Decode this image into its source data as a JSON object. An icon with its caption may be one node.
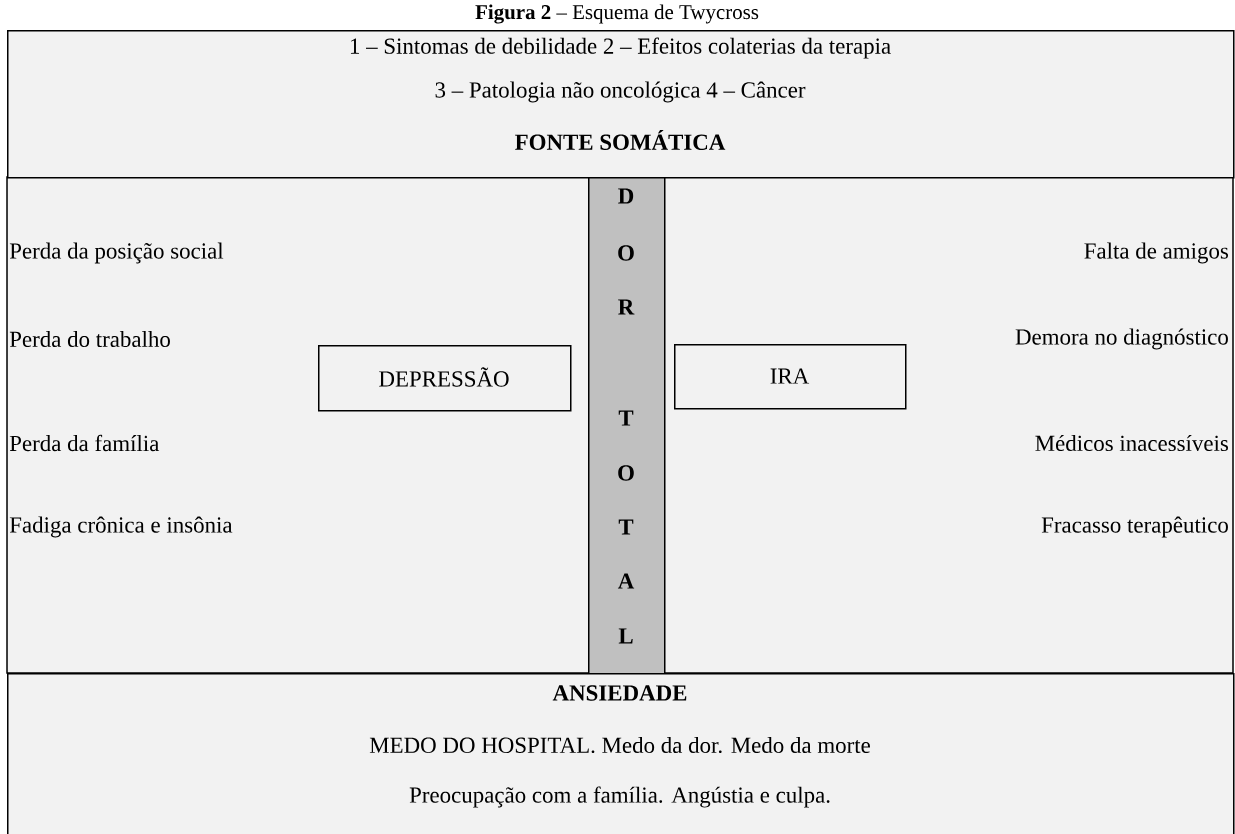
{
  "diagram": {
    "title": "**Figura 2** – Esquema de Twycross",
    "nodes": [
      {
        "text": [
          "1 – Sintomas de debilidade 2 – Efeitos colaterias da terapia",
          "3 – Patologia não oncológica 4 – Câncer",
          "FONTE SOMÁTICA"
        ]
      },
      {
        "text": [
          "D",
          "O",
          "R",
          "T",
          "O",
          "T",
          "A",
          "L"
        ]
      },
      {
        "text": [
          "DEPRESSÃO"
        ]
      },
      {
        "text": [
          "IRA"
        ]
      },
      {
        "text": [
          "ANSIEDADE",
          "MEDO DO HOSPITAL. Medo da dor. Medo da morte",
          "Preocupação com a família. Angústia e culpa."
        ]
      }
    ],
    "labels": [
      "Perda da posição social",
      "Falta de amigos",
      "Perda do trabalho",
      "Demora no diagnóstico",
      "Perda da família",
      "Médicos inacessíveis",
      "Fadiga crônica e insônia",
      "Fracasso terapêutico"
    ]
  }
}
